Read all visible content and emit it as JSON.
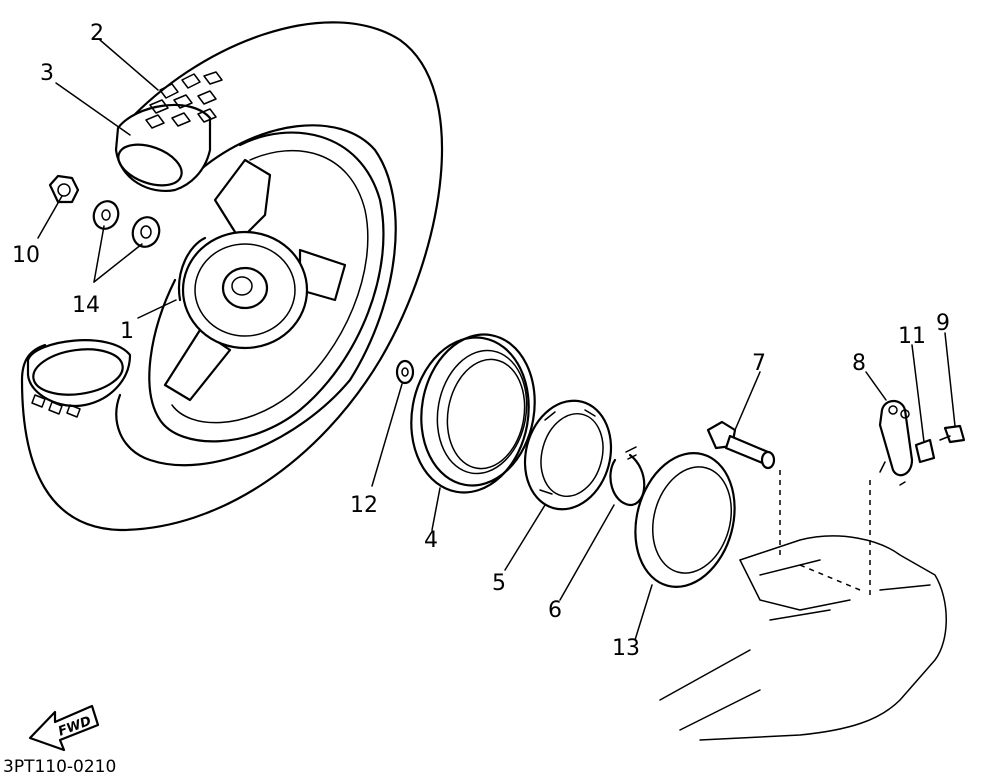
{
  "callouts": [
    {
      "id": "1",
      "label": "1"
    },
    {
      "id": "2",
      "label": "2"
    },
    {
      "id": "3",
      "label": "3"
    },
    {
      "id": "4",
      "label": "4"
    },
    {
      "id": "5",
      "label": "5"
    },
    {
      "id": "6",
      "label": "6"
    },
    {
      "id": "7",
      "label": "7"
    },
    {
      "id": "8",
      "label": "8"
    },
    {
      "id": "9",
      "label": "9"
    },
    {
      "id": "10",
      "label": "10"
    },
    {
      "id": "11",
      "label": "11"
    },
    {
      "id": "12",
      "label": "12"
    },
    {
      "id": "13",
      "label": "13"
    },
    {
      "id": "14",
      "label": "14"
    }
  ],
  "direction_arrow": {
    "label": "FWD"
  },
  "diagram_code": "3PT110-0210"
}
